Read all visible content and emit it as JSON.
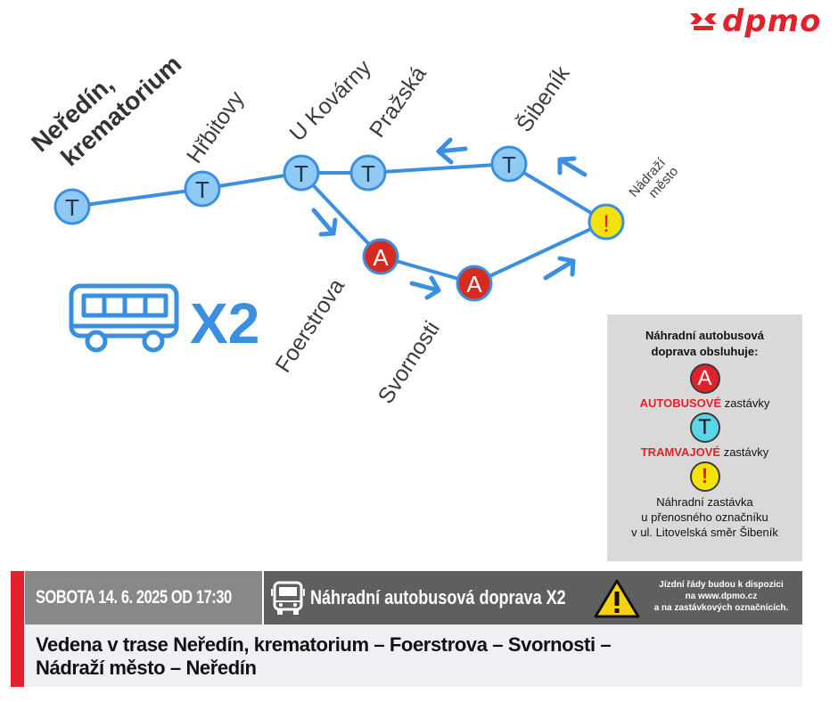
{
  "brand": {
    "logo_text": "dpmo",
    "color": "#e3212b"
  },
  "map": {
    "line_color": "#3a8fe0",
    "line_label": "X2",
    "stops": [
      {
        "name": "Neředín, krematorium",
        "type": "tram"
      },
      {
        "name": "Hřbitovy",
        "type": "tram"
      },
      {
        "name": "U Kovárny",
        "type": "tram"
      },
      {
        "name": "Pražská",
        "type": "tram"
      },
      {
        "name": "Šibeník",
        "type": "tram"
      },
      {
        "name": "Nádraží město",
        "type": "temporary"
      },
      {
        "name": "Foerstrova",
        "type": "bus"
      },
      {
        "name": "Svornosti",
        "type": "bus"
      }
    ],
    "marker_letters": {
      "tram": "T",
      "bus": "A",
      "temporary": "!"
    }
  },
  "legend": {
    "title_line1": "Náhradní autobusová",
    "title_line2": "doprava obsluhuje:",
    "bus_symbol": "A",
    "bus_word": "AUTOBUSOVÉ",
    "bus_rest": "zastávky",
    "tram_symbol": "T",
    "tram_word": "TRAMVAJOVÉ",
    "tram_rest": "zastávky",
    "temp_symbol": "!",
    "temp_line1": "Náhradní zastávka",
    "temp_line2": "u přenosného označníku",
    "temp_line3": "v ul. Litovelská směr Šibeník"
  },
  "bottom": {
    "date": "SOBOTA 14. 6. 2025  OD 17:30",
    "service": "Náhradní autobusová doprava X2",
    "notice_line1": "Jízdní řády budou k dispozici",
    "notice_line2": "na www.dpmo.cz",
    "notice_line3": "a na zastávkových označnících.",
    "route_line1": "Vedena v trase Neředín, krematorium – Foerstrova – Svornosti –",
    "route_line2": "Nádraží město – Neředín"
  }
}
